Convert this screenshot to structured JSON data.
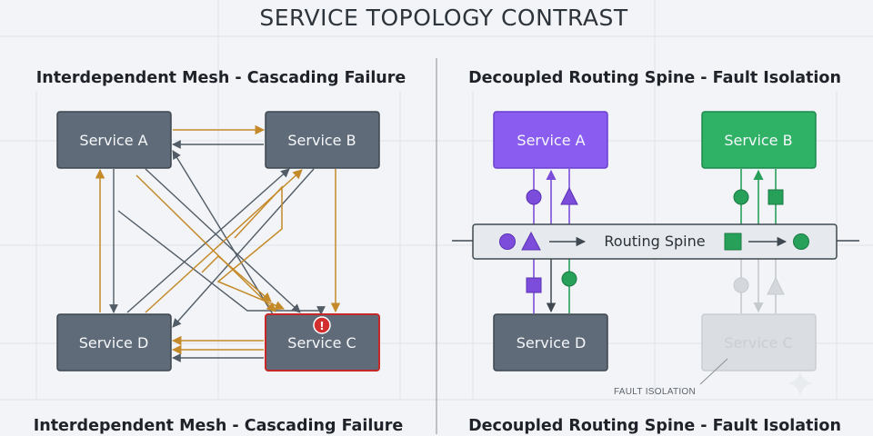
{
  "title": "SERVICE TOPOLOGY CONTRAST",
  "colors": {
    "background": "#f2f4f7",
    "node": "#5f6b78",
    "node_border": "#3d4650",
    "failed_border": "#c62828",
    "arrow_gray": "#525c66",
    "arrow_orange": "#c48a2a",
    "purple": "#7c4ddb",
    "green": "#27a05a",
    "faded": "#c5cacf",
    "spine_fill": "#e6eaee",
    "alert_red": "#d32f2f"
  },
  "left": {
    "heading": "Interdependent Mesh - Cascading Failure",
    "footer": "Interdependent Mesh - Cascading Failure",
    "nodes": {
      "a": "Service A",
      "b": "Service B",
      "c": "Service C",
      "d": "Service D"
    },
    "failed_node": "c",
    "alert_glyph": "!",
    "icons": {
      "alert": "alert-icon"
    }
  },
  "right": {
    "heading": "Decoupled Routing Spine - Fault Isolation",
    "footer": "Decoupled Routing Spine - Fault Isolation",
    "nodes": {
      "a": "Service A",
      "b": "Service B",
      "c": "Service C",
      "d": "Service D"
    },
    "spine_label": "Routing Spine",
    "fault_label": "FAULT ISOLATION",
    "faded_node": "c",
    "icons": {
      "circle": "circle-icon",
      "triangle": "triangle-icon",
      "square": "square-icon"
    }
  }
}
